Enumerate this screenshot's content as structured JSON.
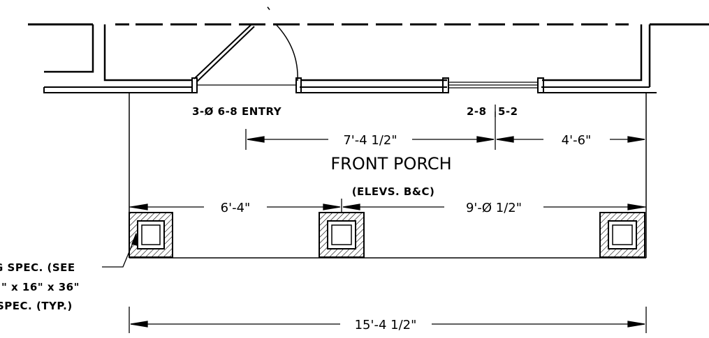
{
  "plan": {
    "title": "FRONT PORCH",
    "subtitle": "(ELEVS. B&C)",
    "door_label": "3-Ø 6-8 ENTRY",
    "window_label_left": "2-8",
    "window_label_right": "5-2",
    "note_lines": [
      "G SPEC. (SEE",
      "\" x 16\" x 36\"",
      "SPEC. (TYP.)"
    ],
    "dimensions": {
      "door_to_window": "7'-4 1/2\"",
      "window_to_corner": "4'-6\"",
      "post_left_to_mid": "6'-4\"",
      "post_mid_to_right": "9'-Ø 1/2\"",
      "overall": "15'-4 1/2\""
    },
    "colors": {
      "ink": "#000000",
      "paper": "#ffffff"
    }
  }
}
